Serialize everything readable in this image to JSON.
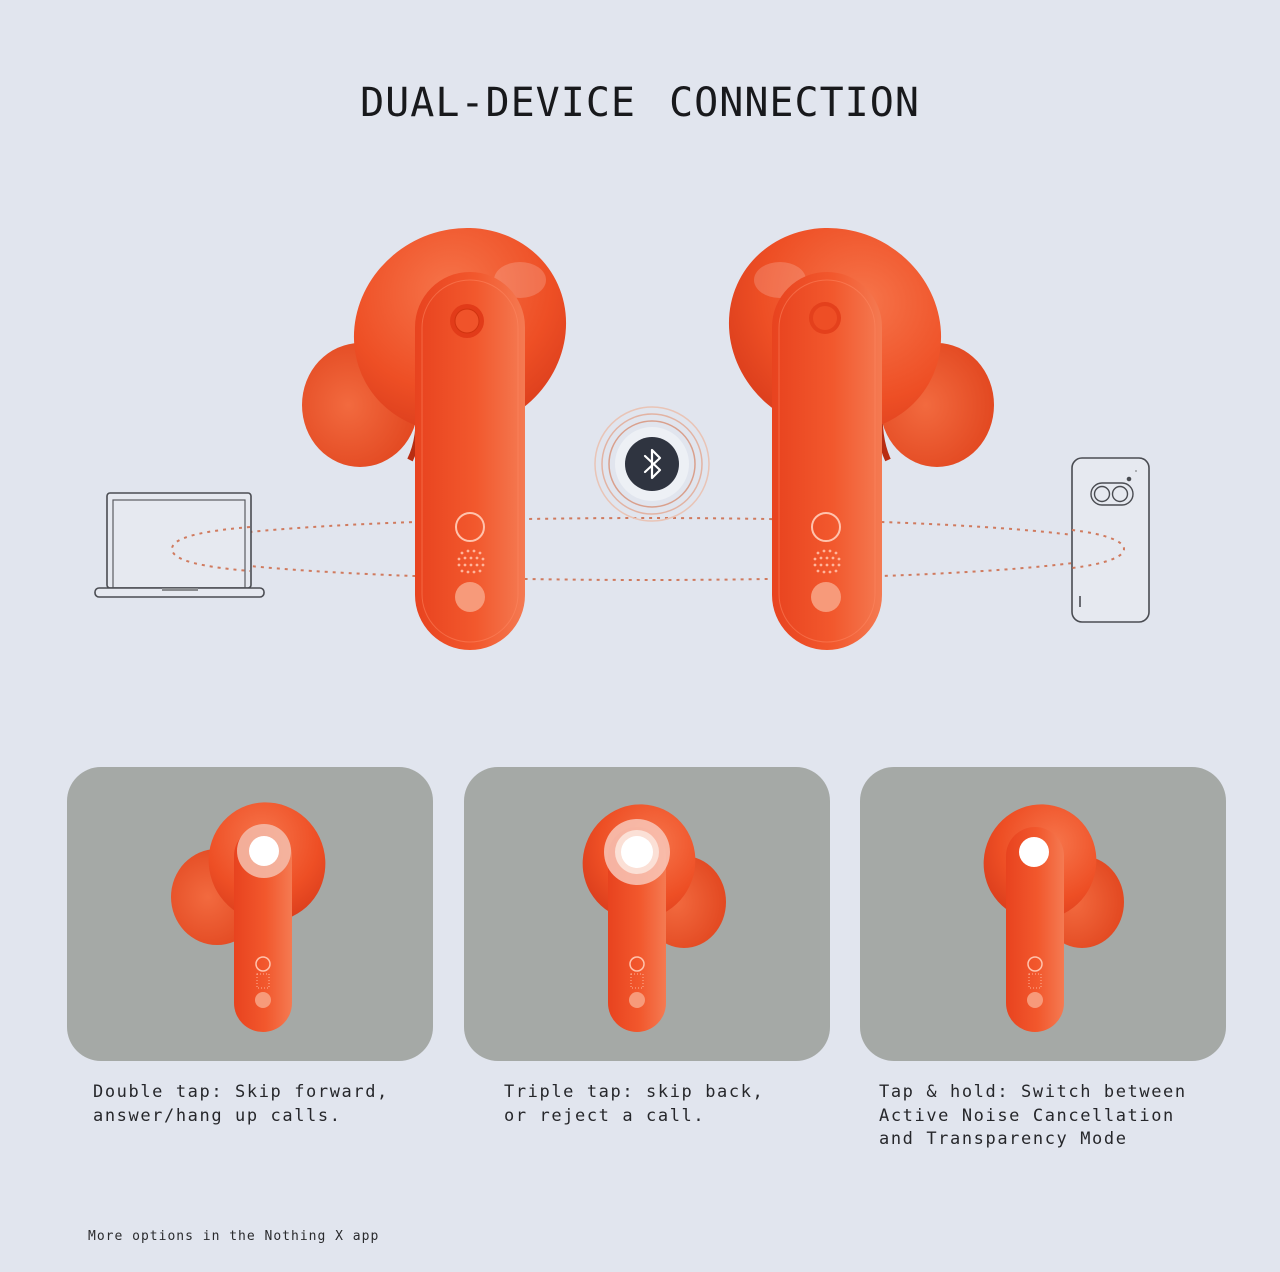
{
  "title": "DUAL-DEVICE CONNECTION",
  "hero": {
    "left_device": "laptop",
    "right_device": "phone",
    "center_icon": "bluetooth",
    "earbud_color": "#f0522a",
    "connection_line_color": "#d4765a",
    "bluetooth_badge_color": "#2f3440"
  },
  "gestures": [
    {
      "id": "double-tap",
      "text": "Double tap: Skip forward,\nanswer/hang up calls."
    },
    {
      "id": "triple-tap",
      "text": "Triple tap: skip back,\nor reject a call."
    },
    {
      "id": "tap-hold",
      "text": "Tap & hold: Switch between\nActive Noise Cancellation\nand Transparency Mode"
    }
  ],
  "footer": "More options in the Nothing X app",
  "colors": {
    "background": "#e1e5ee",
    "card": "#a5a9a6",
    "text": "#1e1f22"
  }
}
